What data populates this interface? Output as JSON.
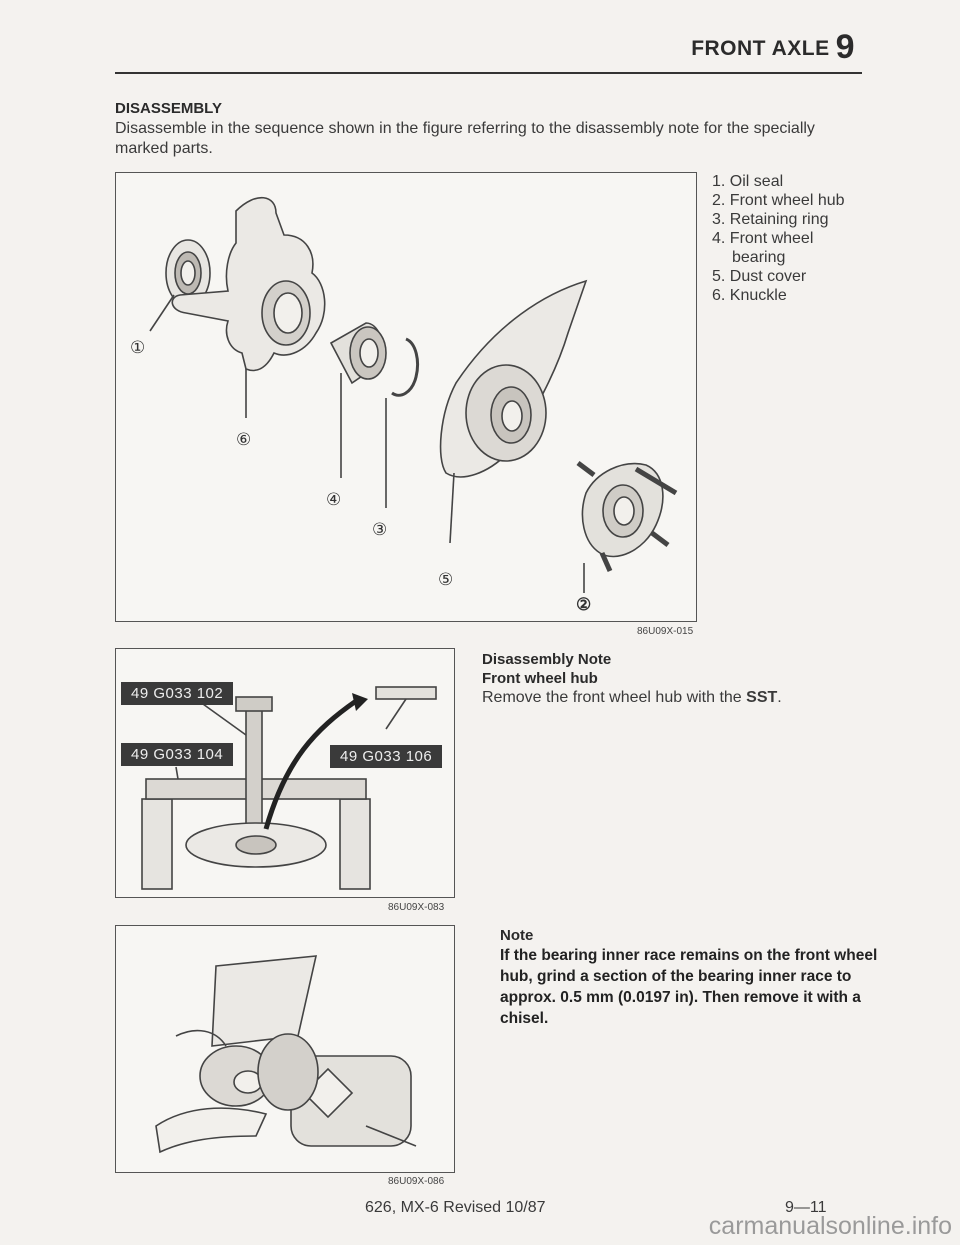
{
  "header": {
    "title": "FRONT AXLE",
    "chapter": "9"
  },
  "section_title": "DISASSEMBLY",
  "intro": "Disassemble in the sequence shown in the figure referring to the disassembly note for the specially marked parts.",
  "figure1": {
    "code": "86U09X-015",
    "callouts": [
      "①",
      "②",
      "③",
      "④",
      "⑤",
      "⑥"
    ]
  },
  "parts": [
    {
      "text": "1. Oil seal"
    },
    {
      "text": "2. Front wheel hub"
    },
    {
      "text": "3. Retaining ring"
    },
    {
      "text": "4. Front wheel",
      "cont": "bearing"
    },
    {
      "text": "5. Dust cover"
    },
    {
      "text": "6. Knuckle"
    }
  ],
  "figure2": {
    "code": "86U09X-083",
    "tools": [
      "49 G033 102",
      "49 G033 104",
      "49 G033 106"
    ]
  },
  "disassembly_note": {
    "title": "Disassembly Note",
    "subtitle": "Front wheel hub",
    "body_prefix": "Remove the front wheel hub with the ",
    "body_strong": "SST",
    "body_suffix": "."
  },
  "figure3": {
    "code": "86U09X-086"
  },
  "note": {
    "title": "Note",
    "body": "If the bearing inner race remains on the front wheel hub, grind a section of the bearing inner race to approx. 0.5 mm (0.0197 in). Then remove it with a chisel."
  },
  "footer": {
    "text": "626, MX-6 Revised 10/87",
    "page": "9—11"
  },
  "watermark": "carmanualsonline.info"
}
